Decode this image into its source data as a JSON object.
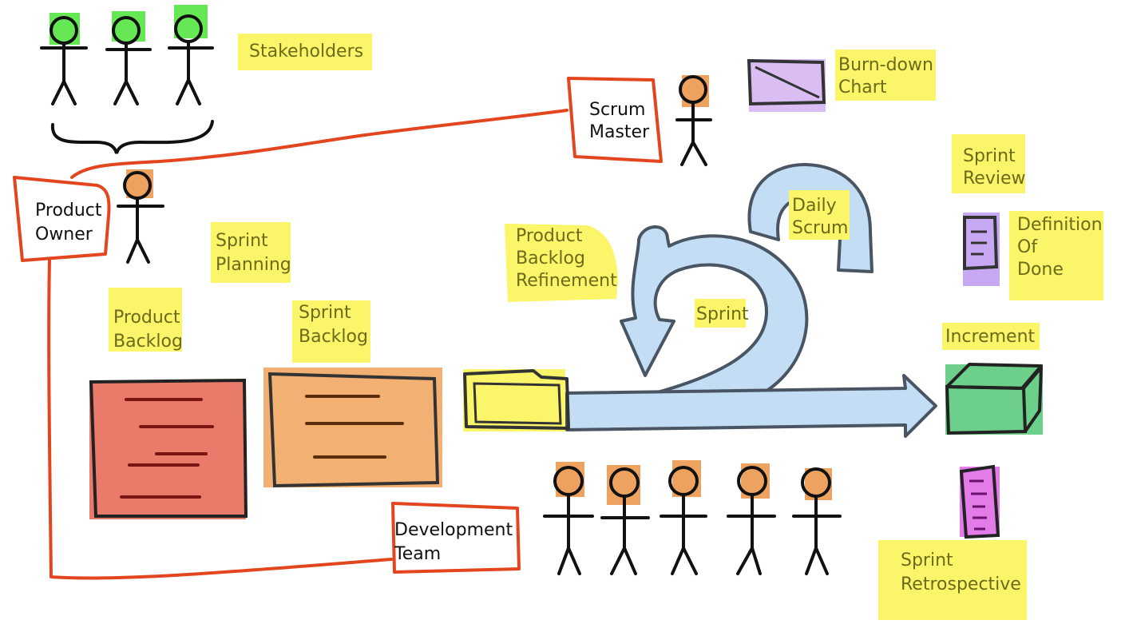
{
  "colors": {
    "highlight": "#fbf56a",
    "stakeholder": "#66e855",
    "person": "#eda25f",
    "red_outline": "#e3461f",
    "product_backlog": "#ea7a6a",
    "sprint_backlog": "#f2b172",
    "sprint_arrow": "#c3ddf5",
    "increment": "#6ccf8a",
    "burndown": "#d9bdf3",
    "definition_of_done": "#c7a8f2",
    "retrospective": "#e37be8"
  },
  "labels": {
    "stakeholders": "Stakeholders",
    "scrum_master": [
      "Scrum",
      "Master"
    ],
    "product_owner": [
      "Product",
      "Owner"
    ],
    "burndown_chart": [
      "Burn-down",
      "Chart"
    ],
    "sprint_review": [
      "Sprint",
      "Review"
    ],
    "definition_of_done": [
      "Definition",
      "Of",
      "Done"
    ],
    "daily_scrum": [
      "Daily",
      "Scrum"
    ],
    "sprint_planning": [
      "Sprint",
      "Planning"
    ],
    "product_backlog_refinement": [
      "Product",
      "Backlog",
      "Refinement"
    ],
    "sprint": "Sprint",
    "product_backlog": [
      "Product",
      "Backlog"
    ],
    "sprint_backlog": [
      "Sprint",
      "Backlog"
    ],
    "increment": "Increment",
    "development_team": [
      "Development",
      "Team"
    ],
    "sprint_retrospective": [
      "Sprint",
      "Retrospective"
    ]
  }
}
